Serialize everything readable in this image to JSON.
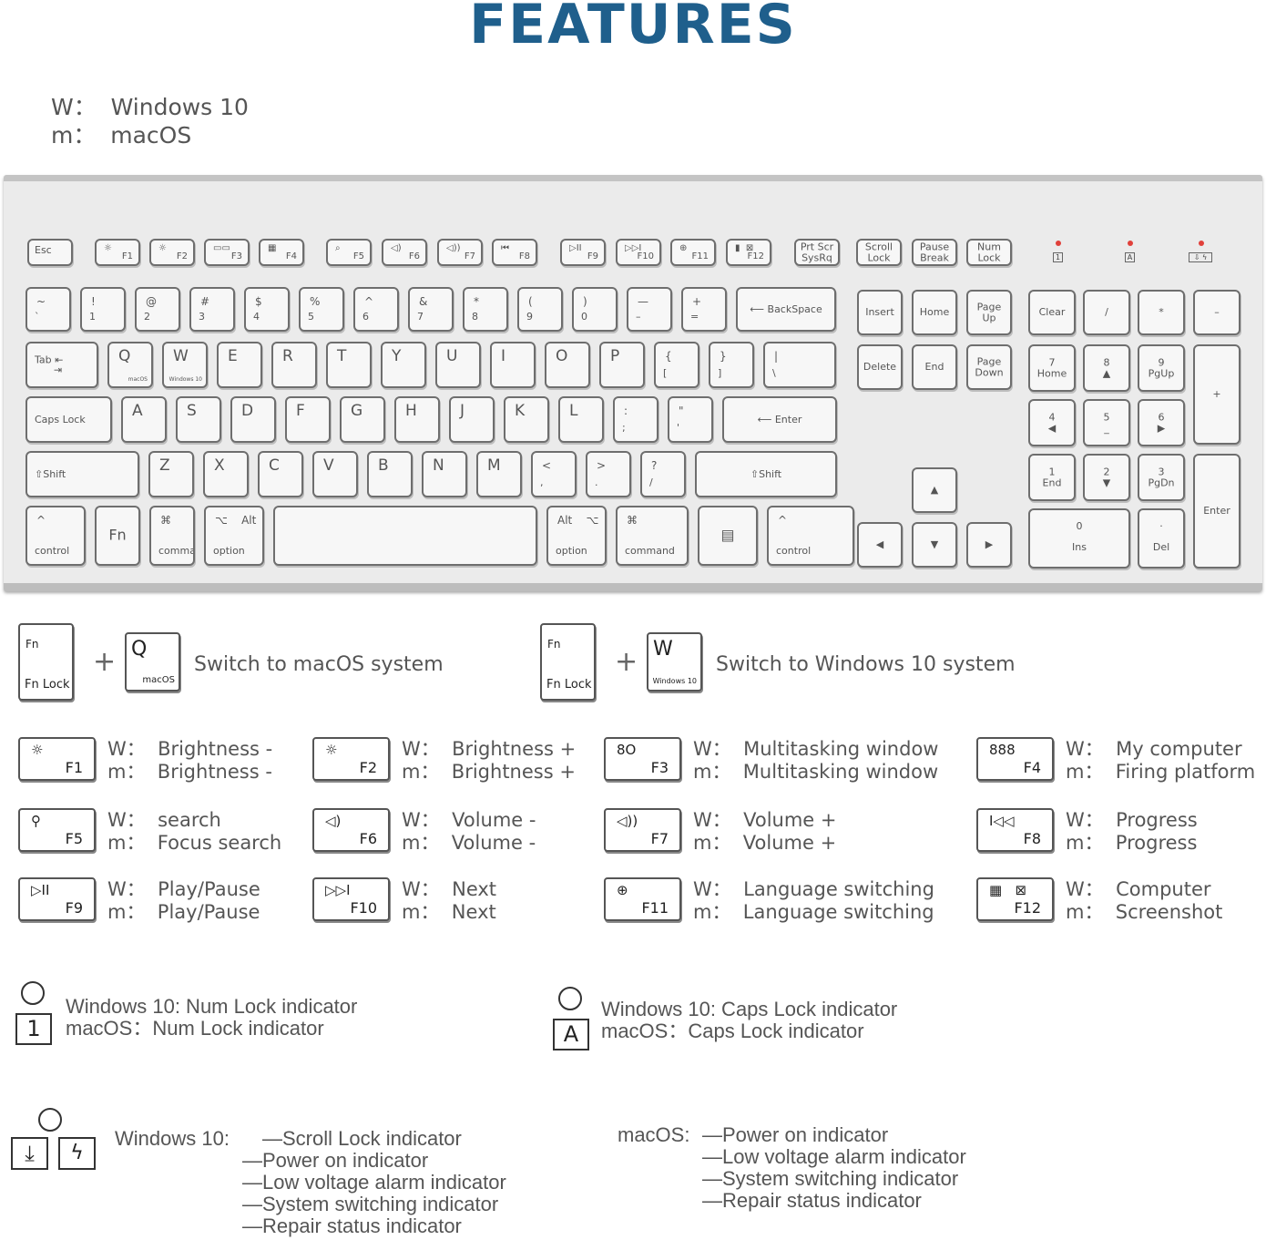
{
  "title": "FEATURES",
  "legend": {
    "w_line": "W：  Windows 10",
    "m_line": "m：  macOS"
  },
  "keyboard": {
    "row_fn": [
      {
        "name": "key-esc",
        "main": "Esc"
      },
      {
        "name": "key-f1",
        "icon": "☼",
        "main": "F1"
      },
      {
        "name": "key-f2",
        "icon": "☼",
        "main": "F2"
      },
      {
        "name": "key-f3",
        "icon": "▭▭",
        "main": "F3"
      },
      {
        "name": "key-f4",
        "icon": "▦",
        "main": "F4"
      },
      {
        "name": "key-f5",
        "icon": "⌕",
        "main": "F5"
      },
      {
        "name": "key-f6",
        "icon": "◁)",
        "main": "F6"
      },
      {
        "name": "key-f7",
        "icon": "◁))",
        "main": "F7"
      },
      {
        "name": "key-f8",
        "icon": "⏮",
        "main": "F8"
      },
      {
        "name": "key-f9",
        "icon": "▷II",
        "main": "F9"
      },
      {
        "name": "key-f10",
        "icon": "▷▷I",
        "main": "F10"
      },
      {
        "name": "key-f11",
        "icon": "⊕",
        "main": "F11"
      },
      {
        "name": "key-f12",
        "icon": "▮  ⊠",
        "main": "F12"
      },
      {
        "name": "key-prtscr",
        "main": "Prt Scr\nSysRq"
      },
      {
        "name": "key-scrolllock",
        "main": "Scroll\nLock"
      },
      {
        "name": "key-pause",
        "main": "Pause\nBreak"
      },
      {
        "name": "key-numlock",
        "main": "Num\nLock"
      }
    ],
    "indicators": [
      "1",
      "A",
      "⇩ ϟ"
    ],
    "row_num": [
      {
        "name": "key-tilde",
        "top": "~",
        "bot": "`"
      },
      {
        "name": "key-1",
        "top": "!",
        "bot": "1"
      },
      {
        "name": "key-2",
        "top": "@",
        "bot": "2"
      },
      {
        "name": "key-3",
        "top": "#",
        "bot": "3"
      },
      {
        "name": "key-4",
        "top": "$",
        "bot": "4"
      },
      {
        "name": "key-5",
        "top": "%",
        "bot": "5"
      },
      {
        "name": "key-6",
        "top": "^",
        "bot": "6"
      },
      {
        "name": "key-7",
        "top": "&",
        "bot": "7"
      },
      {
        "name": "key-8",
        "top": "*",
        "bot": "8"
      },
      {
        "name": "key-9",
        "top": "(",
        "bot": "9"
      },
      {
        "name": "key-0",
        "top": ")",
        "bot": "0"
      },
      {
        "name": "key-minus",
        "top": "—",
        "bot": "–"
      },
      {
        "name": "key-equal",
        "top": "+",
        "bot": "="
      },
      {
        "name": "key-backspace",
        "main": "⟵ BackSpace"
      }
    ],
    "row_q": [
      {
        "name": "key-tab",
        "main": "Tab ⇤\n      ⇥"
      },
      {
        "name": "key-q",
        "big": "Q",
        "sub": "macOS"
      },
      {
        "name": "key-w",
        "big": "W",
        "sub": "Windows 10"
      },
      {
        "name": "key-e",
        "big": "E"
      },
      {
        "name": "key-r",
        "big": "R"
      },
      {
        "name": "key-t",
        "big": "T"
      },
      {
        "name": "key-y",
        "big": "Y"
      },
      {
        "name": "key-u",
        "big": "U"
      },
      {
        "name": "key-i",
        "big": "I"
      },
      {
        "name": "key-o",
        "big": "O"
      },
      {
        "name": "key-p",
        "big": "P"
      },
      {
        "name": "key-lbracket",
        "top": "{",
        "bot": "["
      },
      {
        "name": "key-rbracket",
        "top": "}",
        "bot": "]"
      },
      {
        "name": "key-backslash",
        "top": "|",
        "bot": "\\"
      }
    ],
    "row_a": [
      {
        "name": "key-capslock",
        "main": "Caps Lock"
      },
      {
        "name": "key-a",
        "big": "A"
      },
      {
        "name": "key-s",
        "big": "S"
      },
      {
        "name": "key-d",
        "big": "D"
      },
      {
        "name": "key-f",
        "big": "F"
      },
      {
        "name": "key-g",
        "big": "G"
      },
      {
        "name": "key-h",
        "big": "H"
      },
      {
        "name": "key-j",
        "big": "J"
      },
      {
        "name": "key-k",
        "big": "K"
      },
      {
        "name": "key-l",
        "big": "L"
      },
      {
        "name": "key-semicolon",
        "top": ":",
        "bot": ";"
      },
      {
        "name": "key-quote",
        "top": "\"",
        "bot": "'"
      },
      {
        "name": "key-enter",
        "main": "⟵ Enter"
      }
    ],
    "row_z": [
      {
        "name": "key-lshift",
        "main": "⇧Shift"
      },
      {
        "name": "key-z",
        "big": "Z"
      },
      {
        "name": "key-x",
        "big": "X"
      },
      {
        "name": "key-c",
        "big": "C"
      },
      {
        "name": "key-v",
        "big": "V"
      },
      {
        "name": "key-b",
        "big": "B"
      },
      {
        "name": "key-n",
        "big": "N"
      },
      {
        "name": "key-m",
        "big": "M"
      },
      {
        "name": "key-comma",
        "top": "<",
        "bot": ","
      },
      {
        "name": "key-period",
        "top": ">",
        "bot": "."
      },
      {
        "name": "key-slash",
        "top": "?",
        "bot": "/"
      },
      {
        "name": "key-rshift",
        "main": "⇧Shift"
      }
    ],
    "row_bottom": [
      {
        "name": "key-lcontrol",
        "top": "^",
        "bot": "control"
      },
      {
        "name": "key-fn",
        "big": "Fn"
      },
      {
        "name": "key-lcommand",
        "top": "⌘",
        "bot": "command"
      },
      {
        "name": "key-loption",
        "top": "⌥    Alt",
        "bot": "option"
      },
      {
        "name": "key-space"
      },
      {
        "name": "key-roption",
        "top": "Alt    ⌥",
        "bot": "option"
      },
      {
        "name": "key-rcommand",
        "top": "⌘",
        "bot": "command"
      },
      {
        "name": "key-menu",
        "big": "▤"
      },
      {
        "name": "key-rcontrol",
        "top": "^",
        "bot": "control"
      }
    ],
    "nav": [
      {
        "name": "key-insert",
        "main": "Insert"
      },
      {
        "name": "key-home",
        "main": "Home"
      },
      {
        "name": "key-pageup",
        "main": "Page\nUp"
      },
      {
        "name": "key-delete",
        "main": "Delete"
      },
      {
        "name": "key-end",
        "main": "End"
      },
      {
        "name": "key-pagedown",
        "main": "Page\nDown"
      }
    ],
    "arrows": [
      {
        "name": "key-arrow-up",
        "main": "▲"
      },
      {
        "name": "key-arrow-left",
        "main": "◀"
      },
      {
        "name": "key-arrow-down",
        "main": "▼"
      },
      {
        "name": "key-arrow-right",
        "main": "▶"
      }
    ],
    "numpad": [
      {
        "name": "key-np-clear",
        "main": "Clear"
      },
      {
        "name": "key-np-divide",
        "main": "/"
      },
      {
        "name": "key-np-multiply",
        "main": "*"
      },
      {
        "name": "key-np-minus",
        "main": "–"
      },
      {
        "name": "key-np-7",
        "main": "7\nHome"
      },
      {
        "name": "key-np-8",
        "main": "8\n▲"
      },
      {
        "name": "key-np-9",
        "main": "9\nPgUp"
      },
      {
        "name": "key-np-plus",
        "main": "+"
      },
      {
        "name": "key-np-4",
        "main": "4\n◀"
      },
      {
        "name": "key-np-5",
        "main": "5\n_"
      },
      {
        "name": "key-np-6",
        "main": "6\n▶"
      },
      {
        "name": "key-np-1",
        "main": "1\nEnd"
      },
      {
        "name": "key-np-2",
        "main": "2\n▼"
      },
      {
        "name": "key-np-3",
        "main": "3\nPgDn"
      },
      {
        "name": "key-np-enter",
        "main": "Enter"
      },
      {
        "name": "key-np-0",
        "main": "0\n\nIns"
      },
      {
        "name": "key-np-del",
        "main": "·\n\nDel"
      }
    ]
  },
  "combos": [
    {
      "fn_top": "Fn",
      "fn_bot": "Fn Lock",
      "key_big": "Q",
      "key_sub": "macOS",
      "plus": "+",
      "text": "Switch to macOS system"
    },
    {
      "fn_top": "Fn",
      "fn_bot": "Fn Lock",
      "key_big": "W",
      "key_sub": "Windows 10",
      "plus": "+",
      "text": "Switch to Windows 10 system"
    }
  ],
  "fkeys": [
    {
      "icon": "☼",
      "label": "F1",
      "w": "W：  Brightness -",
      "m": "m：  Brightness -"
    },
    {
      "icon": "☼",
      "label": "F2",
      "w": "W：  Brightness +",
      "m": "m：  Brightness +"
    },
    {
      "icon": "8O",
      "label": "F3",
      "w": "W：  Multitasking window",
      "m": "m：  Multitasking window"
    },
    {
      "icon": "888",
      "label": "F4",
      "w": "W：  My computer",
      "m": "m：  Firing platform"
    },
    {
      "icon": "⚲",
      "label": "F5",
      "w": "W：  search",
      "m": "m：  Focus search"
    },
    {
      "icon": "◁)",
      "label": "F6",
      "w": "W：  Volume -",
      "m": "m：  Volume -"
    },
    {
      "icon": "◁))",
      "label": "F7",
      "w": "W：  Volume +",
      "m": "m：  Volume +"
    },
    {
      "icon": "I◁◁",
      "label": "F8",
      "w": "W：  Progress",
      "m": "m：  Progress"
    },
    {
      "icon": "▷II",
      "label": "F9",
      "w": "W：  Play/Pause",
      "m": "m：  Play/Pause"
    },
    {
      "icon": "▷▷I",
      "label": "F10",
      "w": "W：  Next",
      "m": "m：  Next"
    },
    {
      "icon": "⊕",
      "label": "F11",
      "w": "W：  Language switching",
      "m": "m：  Language switching"
    },
    {
      "icon": "▦   ⊠",
      "label": "F12",
      "w": "W：  Computer",
      "m": "m：  Screenshot"
    }
  ],
  "indicators": {
    "num": {
      "box": "1",
      "line1": "Windows 10: Num Lock indicator",
      "line2": "macOS：Num Lock indicator"
    },
    "caps": {
      "box": "A",
      "line1": "Windows 10: Caps Lock indicator",
      "line2": "macOS：Caps Lock indicator"
    },
    "windows": {
      "lead": "Windows 10:",
      "lines": [
        "—Scroll Lock indicator",
        "—Power on indicator",
        "—Low voltage alarm indicator",
        "—System switching indicator",
        "—Repair status indicator"
      ]
    },
    "mac": {
      "lead": "macOS: ",
      "lines": [
        "—Power on indicator",
        "—Low voltage alarm indicator",
        "—System switching indicator",
        "—Repair status indicator"
      ]
    },
    "icons": [
      "⤓",
      "ϟ"
    ]
  }
}
